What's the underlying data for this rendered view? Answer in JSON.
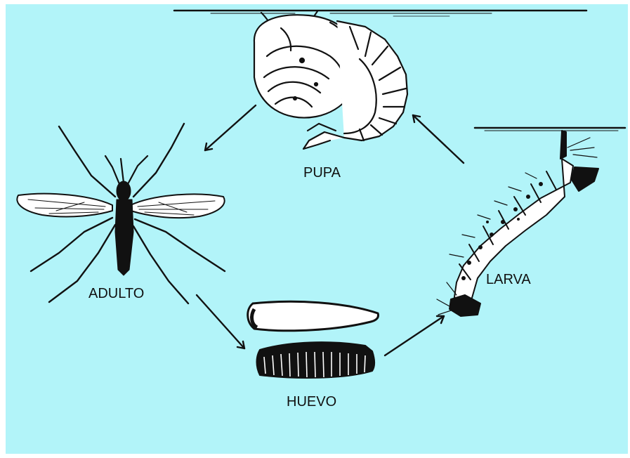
{
  "colors": {
    "background": "#b2f4f9",
    "page": "#ffffff",
    "ink": "#111111",
    "paper": "#ffffff"
  },
  "stages": {
    "pupa": "PUPA",
    "larva": "LARVA",
    "egg": "HUEVO",
    "adult": "ADULTO"
  },
  "icons": {
    "pupa": "mosquito-pupa-icon",
    "larva": "mosquito-larva-icon",
    "egg": "mosquito-egg-icon",
    "egg_raft": "egg-raft-icon",
    "adult": "adult-mosquito-icon"
  }
}
